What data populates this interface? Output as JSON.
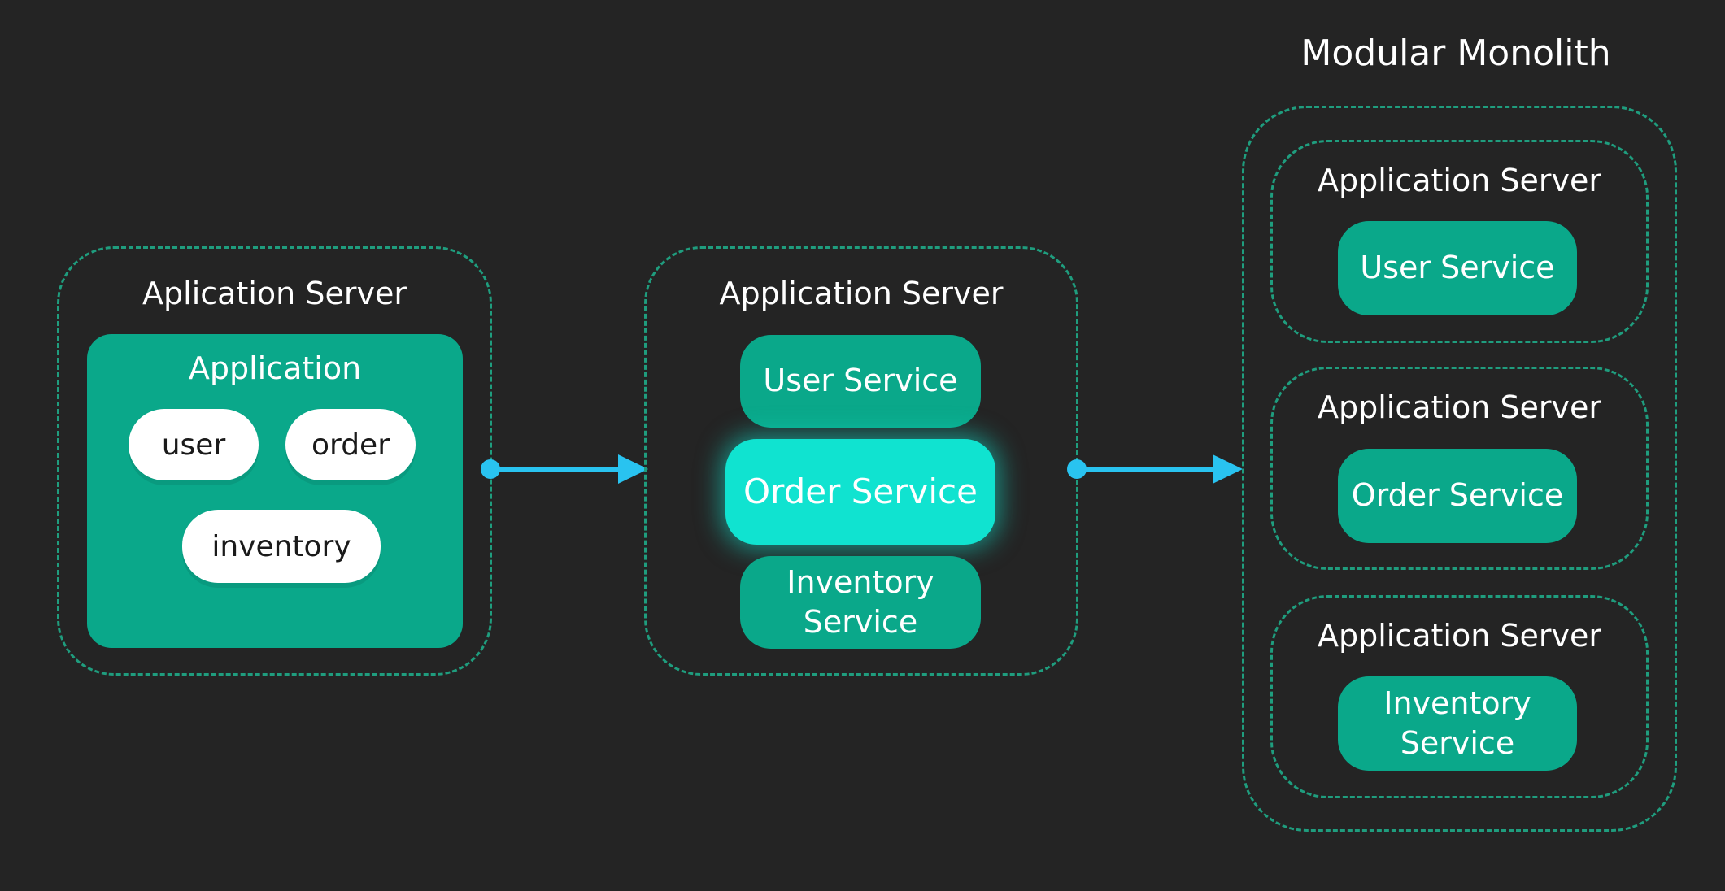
{
  "title": "Modular Monolith",
  "left": {
    "server_label": "Aplication Server",
    "app_label": "Application",
    "modules": [
      "user",
      "order",
      "inventory"
    ]
  },
  "middle": {
    "server_label": "Application Server",
    "services": [
      "User Service",
      "Order Service",
      "Inventory\nService"
    ]
  },
  "right": {
    "servers": [
      {
        "label": "Application Server",
        "service": "User Service"
      },
      {
        "label": "Application Server",
        "service": "Order Service"
      },
      {
        "label": "Application Server",
        "service": "Inventory\nService"
      }
    ]
  },
  "colors": {
    "background": "#242424",
    "teal": "#0aa88a",
    "highlight": "#10e3d0",
    "dashed_border": "#1f9d7e",
    "arrow": "#29c3f0"
  }
}
